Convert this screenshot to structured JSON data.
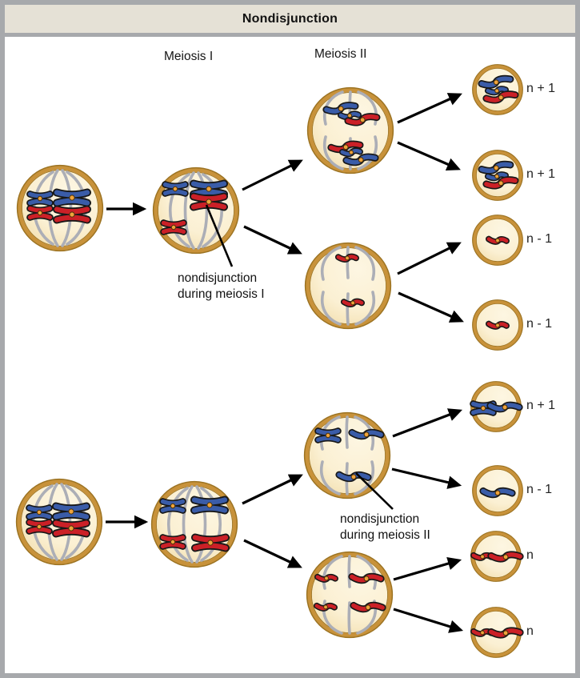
{
  "title": "Nondisjunction",
  "columns": {
    "meiosis1": "Meiosis I",
    "meiosis2": "Meiosis II"
  },
  "annotations": {
    "mi": {
      "line1": "nondisjunction",
      "line2": "during meiosis I"
    },
    "mii": {
      "line1": "nondisjunction",
      "line2": "during meiosis II"
    }
  },
  "gamete_labels_top": [
    "n + 1",
    "n + 1",
    "n - 1",
    "n - 1"
  ],
  "gamete_labels_bottom": [
    "n + 1",
    "n - 1",
    "n",
    "n"
  ],
  "colors": {
    "chromosome_blue": "#3a5ca8",
    "chromosome_red": "#cb2027",
    "centromere": "#f0a43c",
    "cell_ring": "#c8923a",
    "cell_ring_edge": "#9c7322",
    "cell_fill_light": "#fdf6e2",
    "cell_fill_mid": "#fbf0d3",
    "cell_fill_dark": "#f0daa4",
    "spindle": "#acaeb6",
    "titlebar_bg": "#e5e1d6",
    "frame_border": "#a7a9ac",
    "arrow": "#000000"
  }
}
